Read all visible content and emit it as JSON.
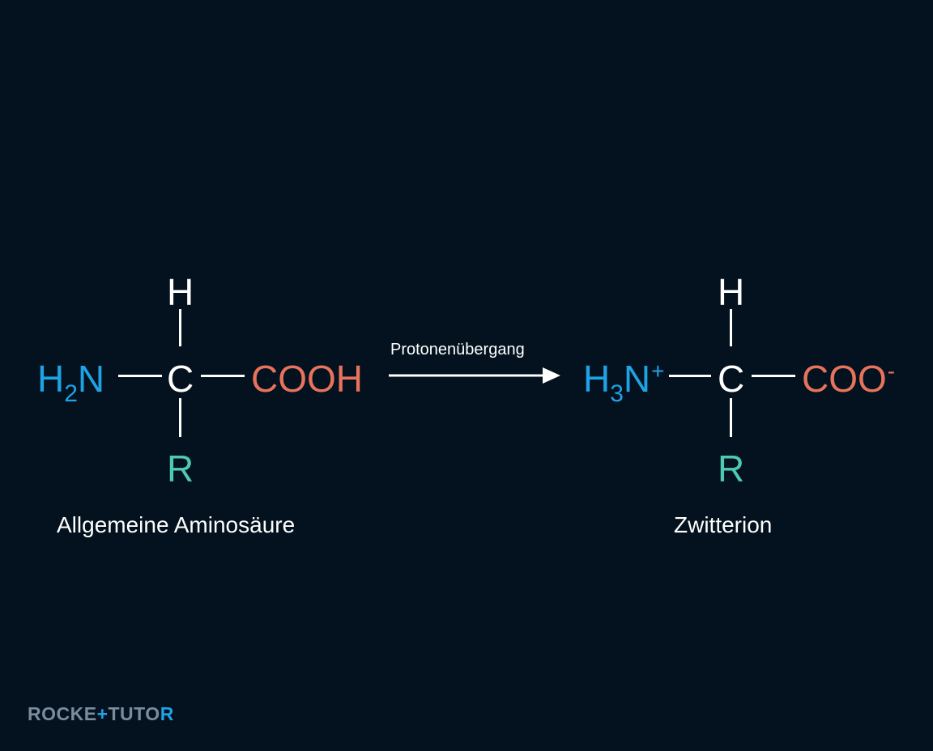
{
  "colors": {
    "background": "#03121e",
    "text": "#ffffff",
    "amino_group": "#1ea3e6",
    "carboxyl_group": "#e8735c",
    "side_chain": "#4fc9b1",
    "logo_text": "#7d8c9a"
  },
  "left_molecule": {
    "top_atom": "H",
    "center_atom": "C",
    "bottom_atom": "R",
    "amino_group": {
      "main": "H",
      "subscript": "2",
      "tail": "N"
    },
    "carboxyl_group": "COOH",
    "caption": "Allgemeine Aminosäure"
  },
  "arrow": {
    "label": "Protonenübergang"
  },
  "right_molecule": {
    "top_atom": "H",
    "center_atom": "C",
    "bottom_atom": "R",
    "amino_group": {
      "main": "H",
      "subscript": "3",
      "tail": "N",
      "charge": "+"
    },
    "carboxyl_group": {
      "main": "COO",
      "charge": "-"
    },
    "caption": "Zwitterion"
  },
  "logo": {
    "part1": "ROCKE",
    "part2": "+",
    "part3": "TUTO",
    "part4": "R"
  }
}
